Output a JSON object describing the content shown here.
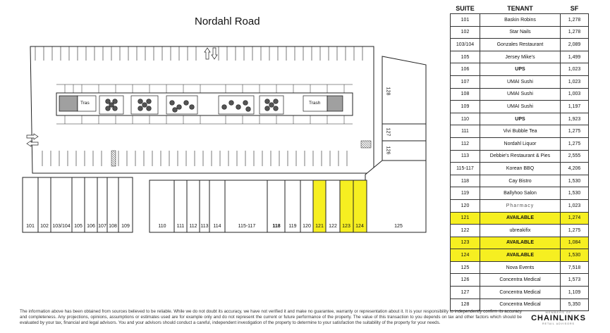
{
  "map": {
    "road_name": "Nordahl Road",
    "trash_label": "Trash",
    "trash_label_partial": "Tras",
    "side_suites": [
      "128",
      "127",
      "126"
    ],
    "bottom_suites": [
      "101",
      "102",
      "103/104",
      "105",
      "106",
      "107",
      "108",
      "109",
      "110",
      "111",
      "112",
      "113",
      "114",
      "115-117",
      "118",
      "119",
      "120",
      "121",
      "122",
      "123",
      "124",
      "125"
    ],
    "highlight_color": "#f6ef21"
  },
  "table": {
    "headers": {
      "suite": "SUITE",
      "tenant": "TENANT",
      "sf": "SF"
    },
    "rows": [
      {
        "suite": "101",
        "tenant": "Baskin Robins",
        "sf": "1,278"
      },
      {
        "suite": "102",
        "tenant": "Star Nails",
        "sf": "1,278"
      },
      {
        "suite": "103/104",
        "tenant": "Gonzales Restaurant",
        "sf": "2,089"
      },
      {
        "suite": "105",
        "tenant": "Jersey Mike's",
        "sf": "1,499"
      },
      {
        "suite": "106",
        "tenant": "UPS",
        "sf": "1,023"
      },
      {
        "suite": "107",
        "tenant": "UMAI Sushi",
        "sf": "1,023"
      },
      {
        "suite": "108",
        "tenant": "UMAI Sushi",
        "sf": "1,003"
      },
      {
        "suite": "109",
        "tenant": "UMAI Sushi",
        "sf": "1,197"
      },
      {
        "suite": "110",
        "tenant": "UPS",
        "sf": "1,923"
      },
      {
        "suite": "111",
        "tenant": "Vivi Bubble Tea",
        "sf": "1,275"
      },
      {
        "suite": "112",
        "tenant": "Nordahl Liquor",
        "sf": "1,275"
      },
      {
        "suite": "113",
        "tenant": "Debbie's Restaurant & Pies",
        "sf": "2,555"
      },
      {
        "suite": "115-117",
        "tenant": "Korean BBQ",
        "sf": "4,206"
      },
      {
        "suite": "118",
        "tenant": "Cay Bistro",
        "sf": "1,530"
      },
      {
        "suite": "119",
        "tenant": "Ballyhoo Salon",
        "sf": "1,530"
      },
      {
        "suite": "120",
        "tenant": "Pharmacy",
        "sf": "1,023"
      },
      {
        "suite": "121",
        "tenant": "AVAILABLE",
        "sf": "1,274"
      },
      {
        "suite": "122",
        "tenant": "ubreakifix",
        "sf": "1,275"
      },
      {
        "suite": "123",
        "tenant": "AVAILABLE",
        "sf": "1,084"
      },
      {
        "suite": "124",
        "tenant": "AVAILABLE",
        "sf": "1,530"
      },
      {
        "suite": "125",
        "tenant": "Nova Events",
        "sf": "7,518"
      },
      {
        "suite": "126",
        "tenant": "Concentra Medical",
        "sf": "1,573"
      },
      {
        "suite": "127",
        "tenant": "Concentra Medical",
        "sf": "1,109"
      },
      {
        "suite": "128",
        "tenant": "Concentra Medical",
        "sf": "5,350"
      }
    ]
  },
  "disclaimer": "The information above has been obtained from sources believed to be reliable. While we do not doubt its accuracy, we have not verified it and make no guarantee, warranty or representation about it. It is your responsibility to independently confirm its accuracy and completeness. Any projections, opinions, assumptions or estimates used are for example only and do not represent the current or future performance of the property. The value of this transaction to you depends on tax and other factors which should be evaluated by your tax, financial and legal advisors. You and your advisors should conduct a careful, independent investigation of the property to determine to your satisfaction the suitability of the property for your needs.",
  "logo": {
    "top": "MEMBERS OF",
    "name": "CHAINLINKS",
    "sub": "RETAIL ADVISORS"
  }
}
